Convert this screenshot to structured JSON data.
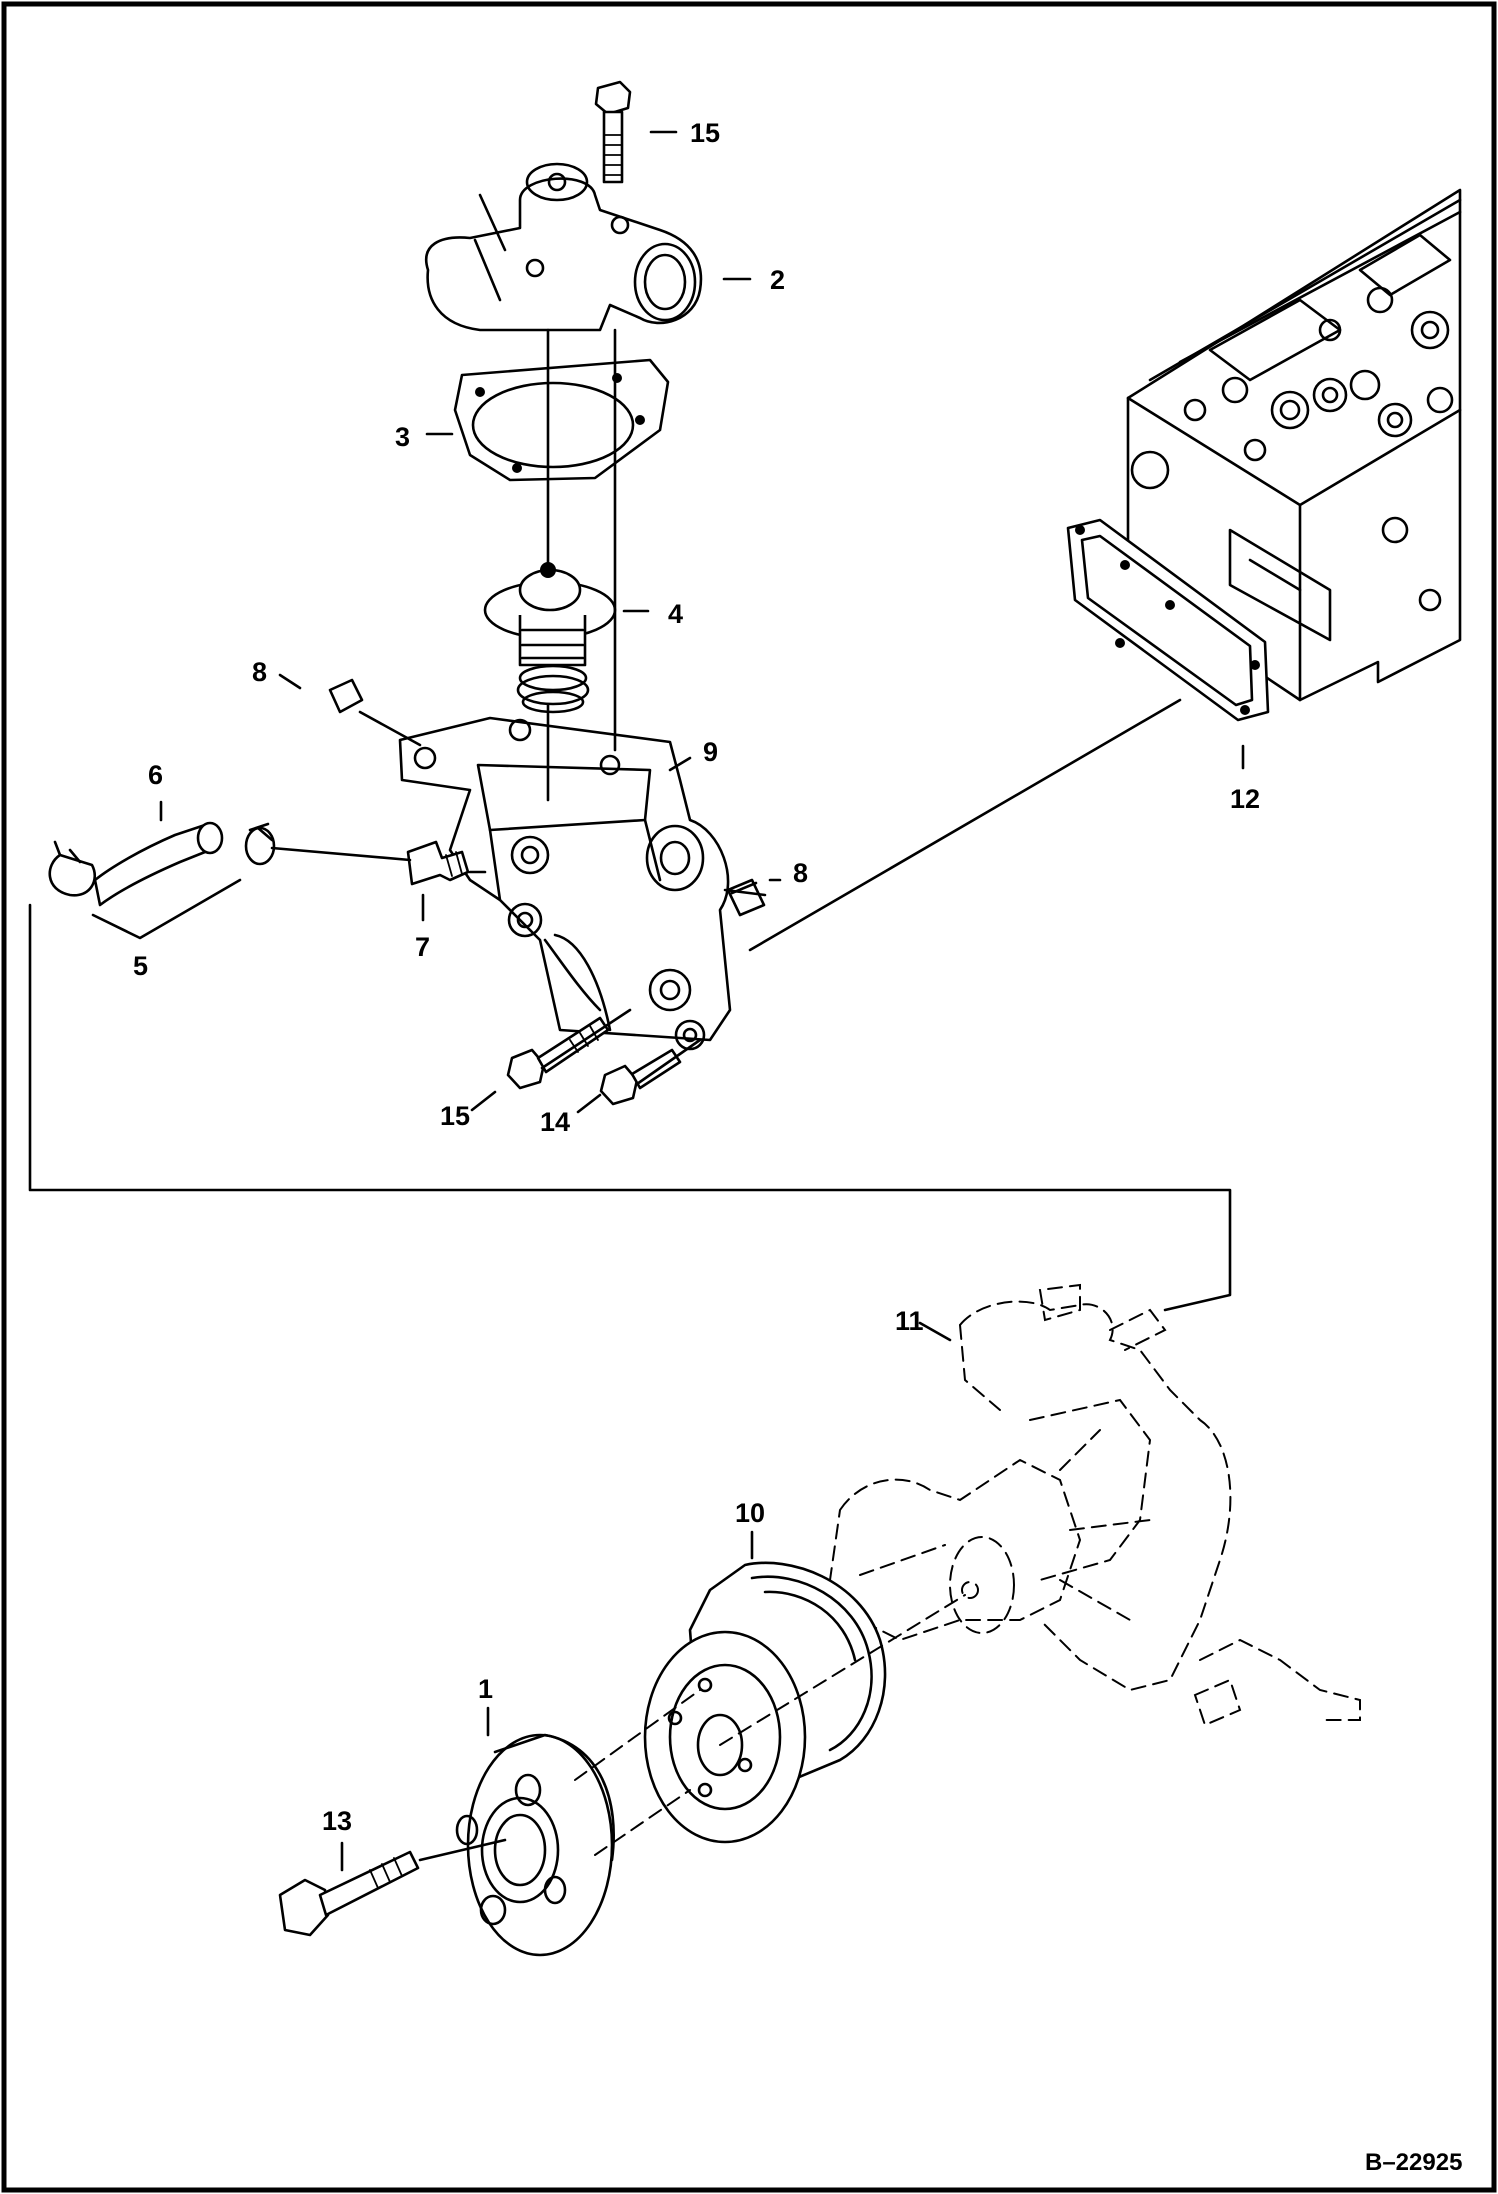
{
  "drawing_number": "B–22925",
  "callouts": [
    {
      "id": "c1",
      "text": "1"
    },
    {
      "id": "c2",
      "text": "2"
    },
    {
      "id": "c3",
      "text": "3"
    },
    {
      "id": "c4",
      "text": "4"
    },
    {
      "id": "c5",
      "text": "5"
    },
    {
      "id": "c6",
      "text": "6"
    },
    {
      "id": "c7",
      "text": "7"
    },
    {
      "id": "c8a",
      "text": "8"
    },
    {
      "id": "c8b",
      "text": "8"
    },
    {
      "id": "c9",
      "text": "9"
    },
    {
      "id": "c10",
      "text": "10"
    },
    {
      "id": "c11",
      "text": "11"
    },
    {
      "id": "c12",
      "text": "12"
    },
    {
      "id": "c13",
      "text": "13"
    },
    {
      "id": "c14",
      "text": "14"
    },
    {
      "id": "c15a",
      "text": "15"
    },
    {
      "id": "c15b",
      "text": "15"
    }
  ]
}
